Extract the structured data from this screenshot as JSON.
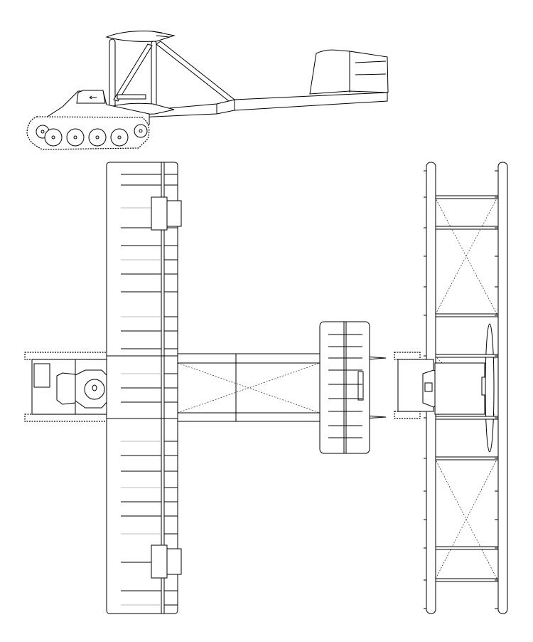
{
  "drawing": {
    "line_color": "#000000",
    "background_color": "#ffffff",
    "faint_line_color": "#bbbbbb",
    "views": [
      "side-view",
      "top-view",
      "front-view"
    ]
  }
}
